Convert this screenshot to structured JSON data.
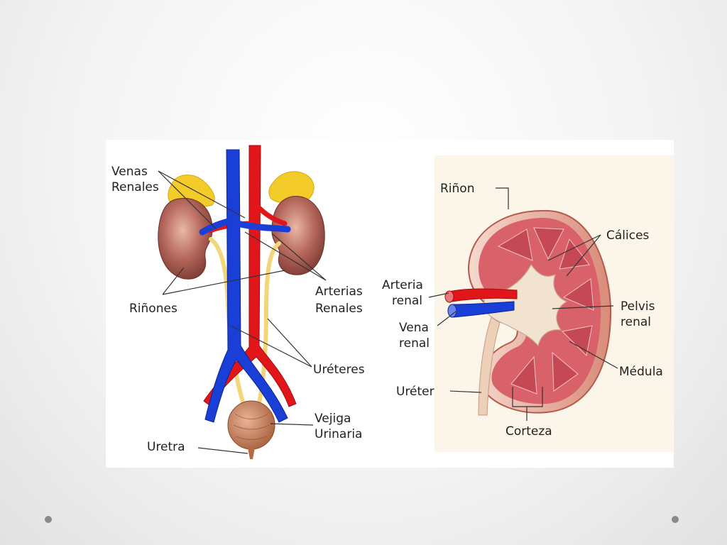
{
  "left_diagram": {
    "venas_renales": [
      "Venas",
      "Renales"
    ],
    "arterias_renales": [
      "Arterias",
      "Renales"
    ],
    "rinones": "Riñones",
    "ureteres": "Uréteres",
    "vejiga_urinaria": [
      "Vejiga",
      "Urinaria"
    ],
    "uretra": "Uretra"
  },
  "right_diagram": {
    "rinon": "Riñon",
    "calices": "Cálices",
    "arteria_renal": [
      "Arteria",
      "renal"
    ],
    "pelvis_renal": [
      "Pelvis",
      "renal"
    ],
    "vena_renal": [
      "Vena",
      "renal"
    ],
    "medula": "Médula",
    "ureter": "Uréter",
    "corteza": "Corteza"
  },
  "colors": {
    "vein": "#1a3fd6",
    "artery": "#e0161b",
    "kidney": "#a5554a",
    "adrenal": "#f3cc2a",
    "ureter": "#f2d77a",
    "bladder": "#c9805d",
    "cortex": "#d9626a",
    "pelvis": "#f2e3d0"
  },
  "icons": [
    "slide-dot-icon",
    "slide-dot-icon"
  ]
}
